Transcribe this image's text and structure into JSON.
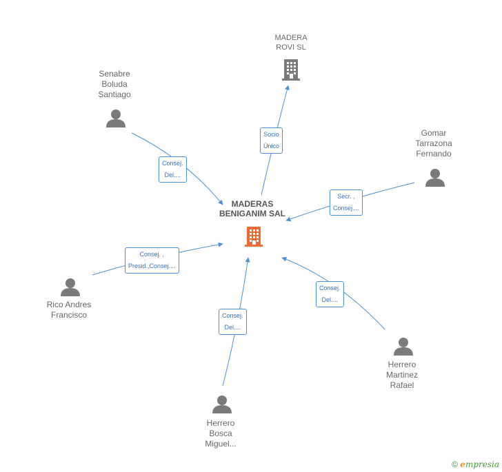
{
  "center": {
    "name_lines": [
      "MADERAS",
      "BENIGANIM SAL"
    ],
    "color": "#f06a35"
  },
  "company": {
    "name_lines": [
      "MADERA",
      "ROVI SL"
    ],
    "color": "#7a7a7a"
  },
  "people": [
    {
      "id": "senabre",
      "name_lines": [
        "Senabre",
        "Boluda",
        "Santiago"
      ]
    },
    {
      "id": "gomar",
      "name_lines": [
        "Gomar",
        "Tarrazona",
        "Fernando"
      ]
    },
    {
      "id": "rico",
      "name_lines": [
        "Rico Andres",
        "Francisco"
      ]
    },
    {
      "id": "herrero-martinez",
      "name_lines": [
        "Herrero",
        "Martinez",
        "Rafael"
      ]
    },
    {
      "id": "herrero-bosca",
      "name_lines": [
        "Herrero",
        "Bosca",
        "Miguel..."
      ]
    }
  ],
  "relations": [
    {
      "id": "socio",
      "lines": [
        "Socio",
        "Único"
      ]
    },
    {
      "id": "senabre",
      "lines": [
        "Consej.",
        "Del...."
      ]
    },
    {
      "id": "gomar",
      "lines": [
        "Secr. ,",
        "Consej...."
      ]
    },
    {
      "id": "rico",
      "lines": [
        "Consej. ,",
        "Presid.,Consej...."
      ]
    },
    {
      "id": "herrero-martinez",
      "lines": [
        "Consej.",
        "Del...."
      ]
    },
    {
      "id": "herrero-bosca",
      "lines": [
        "Consej.",
        "Del...."
      ]
    }
  ],
  "colors": {
    "edge": "#4a8fd8",
    "person": "#7a7a7a",
    "label": "#666666"
  },
  "footer": {
    "copyright": "©",
    "brand_initial": "e",
    "brand_rest": "mpresia"
  }
}
